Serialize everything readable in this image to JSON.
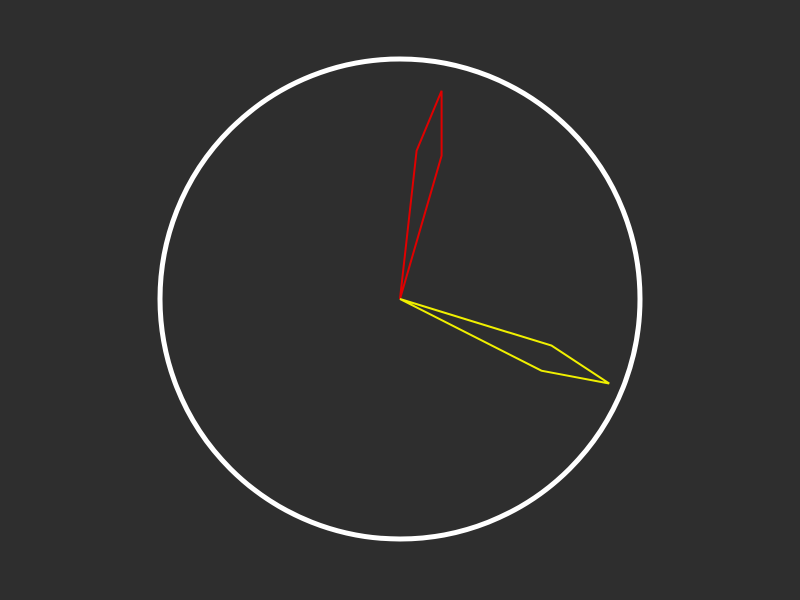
{
  "colors": {
    "background": "#2e2e2e",
    "dial": "#ffffff",
    "hand_red": "#e00000",
    "hand_yellow": "#f0f000"
  },
  "clock": {
    "dial": {
      "shape": "circle-outline"
    },
    "hands": [
      {
        "id": "red",
        "color_key": "hand_red",
        "angle_deg": 11.3,
        "length_fraction": 0.885
      },
      {
        "id": "yellow",
        "color_key": "hand_yellow",
        "angle_deg": 112,
        "length_fraction": 0.94
      }
    ]
  }
}
